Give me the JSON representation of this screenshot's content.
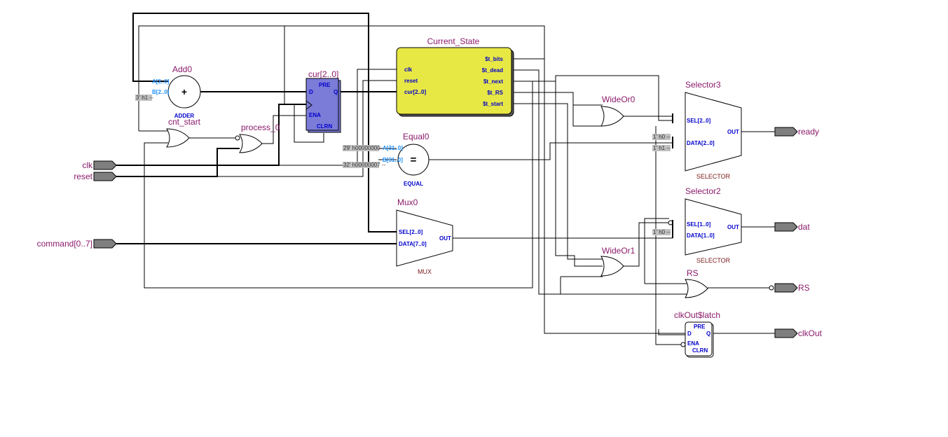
{
  "blocks": {
    "add0": {
      "name": "Add0",
      "type": "ADDER",
      "symbol": "+",
      "port_a": "A[2..0]",
      "port_b": "B[2..0]",
      "const_b": "3' h1 --"
    },
    "cur": {
      "name": "cur[2..0]",
      "pre": "PRE",
      "d": "D",
      "q": "Q",
      "ena": "ENA",
      "clrn": "CLRN"
    },
    "current_state": {
      "name": "Current_State",
      "in_clk": "clk",
      "in_reset": "reset",
      "in_cur": "cur[2..0]",
      "out_bits": "$t_bits",
      "out_dead": "$t_dead",
      "out_next": "$t_next",
      "out_rs": "$t_RS",
      "out_start": "$t_start"
    },
    "cnt_start": {
      "name": "cnt_start"
    },
    "process_0": {
      "name": "process_0"
    },
    "equal0": {
      "name": "Equal0",
      "type": "EQUAL",
      "symbol": "=",
      "port_a": "A[31..0]",
      "port_b": "B[31..0]",
      "const_a": "29' h00000000 --",
      "const_b": "32' h00000007 --"
    },
    "mux0": {
      "name": "Mux0",
      "type": "MUX",
      "sel": "SEL[2..0]",
      "data": "DATA[7..0]",
      "out": "OUT"
    },
    "wideor0": {
      "name": "WideOr0"
    },
    "wideor1": {
      "name": "WideOr1"
    },
    "selector3": {
      "name": "Selector3",
      "type": "SELECTOR",
      "sel": "SEL[2..0]",
      "data": "DATA[2..0]",
      "out": "OUT",
      "const_1": "1' h0 --",
      "const_2": "1' h1 --"
    },
    "selector2": {
      "name": "Selector2",
      "type": "SELECTOR",
      "sel": "SEL[1..0]",
      "data": "DATA[1..0]",
      "out": "OUT",
      "const_1": "1' h0 --"
    },
    "rs": {
      "name": "RS"
    },
    "clkout_latch": {
      "name": "clkOut$latch",
      "pre": "PRE",
      "d": "D",
      "q": "Q",
      "ena": "ENA",
      "clrn": "CLRN"
    }
  },
  "inputs": {
    "clk": "clk",
    "reset": "reset",
    "command": "command[0..7]"
  },
  "outputs": {
    "ready": "ready",
    "dat": "dat",
    "rs": "RS",
    "clkout": "clkOut"
  },
  "colors": {
    "flipflop_fill": "#7b7bd8",
    "state_fill": "#e8e845",
    "pin_fill": "#7f7f7f",
    "label": "#8b1a6b",
    "port": "#0000cc"
  }
}
